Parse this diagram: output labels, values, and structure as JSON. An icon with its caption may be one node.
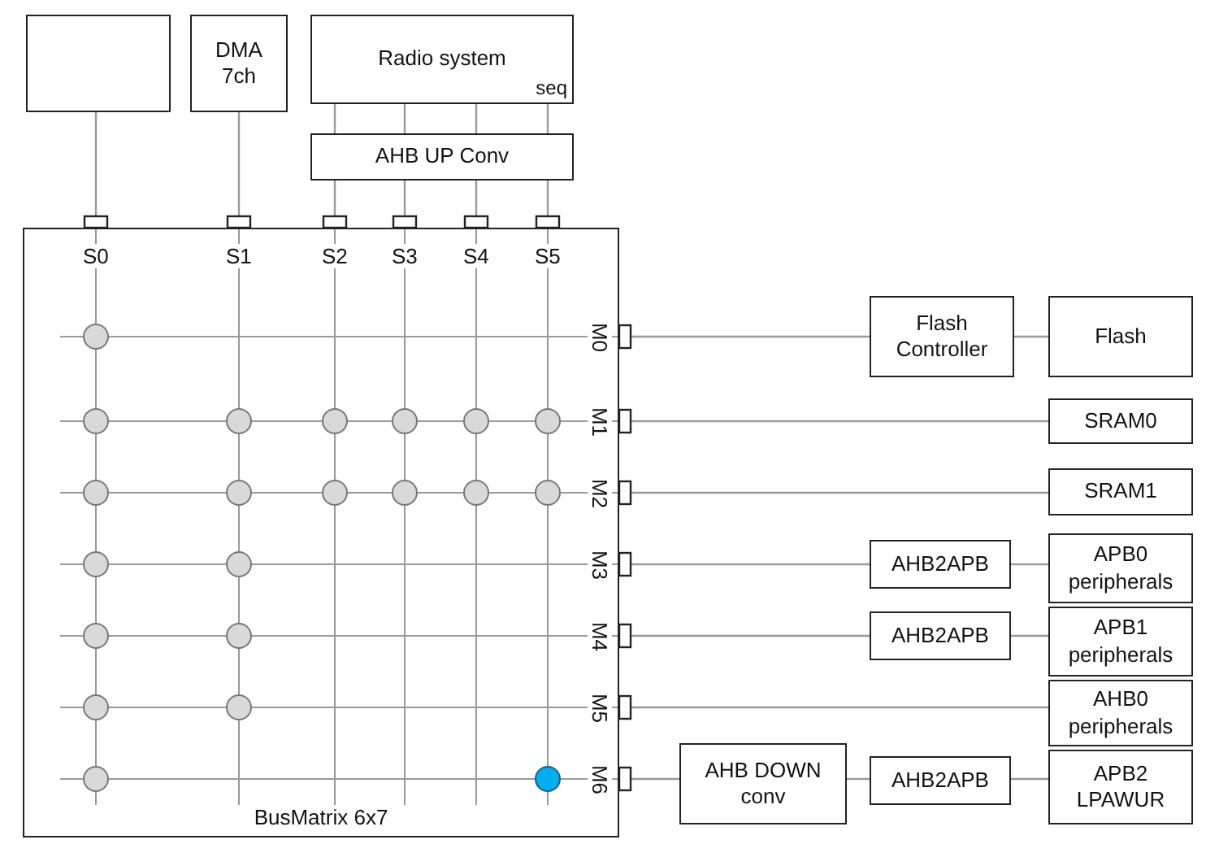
{
  "diagram": {
    "nodes": [
      {
        "text": [],
        "shape": "box"
      },
      {
        "text": [
          "DMA 7ch"
        ]
      },
      {
        "text": [
          "Radio system",
          "seq"
        ]
      },
      {
        "text": [
          "AHB UP Conv"
        ]
      },
      {
        "text": [
          "BusMatrix 6x7"
        ]
      },
      {
        "text": [
          "Flash Controller"
        ]
      },
      {
        "text": [
          "Flash"
        ]
      },
      {
        "text": [
          "SRAM0"
        ]
      },
      {
        "text": [
          "SRAM1"
        ]
      },
      {
        "text": [
          "AHB2APB"
        ]
      },
      {
        "text": [
          "APB0 peripherals"
        ]
      },
      {
        "text": [
          "AHB2APB"
        ]
      },
      {
        "text": [
          "APB1 peripherals"
        ]
      },
      {
        "text": [
          "AHB0 peripherals"
        ]
      },
      {
        "text": [
          "AHB DOWN conv"
        ]
      },
      {
        "text": [
          "AHB2APB"
        ]
      },
      {
        "text": [
          "APB2 LPAWUR"
        ]
      }
    ],
    "edges": [
      {
        "from": 0,
        "to": 4,
        "arrow": "none"
      },
      {
        "from": 1,
        "to": 4,
        "arrow": "none"
      },
      {
        "from": 2,
        "to": 3,
        "arrow": "none"
      },
      {
        "from": 2,
        "to": 3,
        "arrow": "none"
      },
      {
        "from": 2,
        "to": 3,
        "arrow": "none"
      },
      {
        "from": 2,
        "to": 3,
        "arrow": "none"
      },
      {
        "from": 3,
        "to": 4,
        "arrow": "none"
      },
      {
        "from": 3,
        "to": 4,
        "arrow": "none"
      },
      {
        "from": 3,
        "to": 4,
        "arrow": "none"
      },
      {
        "from": 3,
        "to": 4,
        "arrow": "none"
      },
      {
        "from": 4,
        "to": 5,
        "arrow": "none"
      },
      {
        "from": 5,
        "to": 6,
        "arrow": "none"
      },
      {
        "from": 4,
        "to": 7,
        "arrow": "none"
      },
      {
        "from": 4,
        "to": 8,
        "arrow": "none"
      },
      {
        "from": 4,
        "to": 9,
        "arrow": "none"
      },
      {
        "from": 9,
        "to": 10,
        "arrow": "none"
      },
      {
        "from": 4,
        "to": 11,
        "arrow": "none"
      },
      {
        "from": 11,
        "to": 12,
        "arrow": "none"
      },
      {
        "from": 4,
        "to": 13,
        "arrow": "none"
      },
      {
        "from": 4,
        "to": 14,
        "arrow": "none"
      },
      {
        "from": 14,
        "to": 15,
        "arrow": "none"
      },
      {
        "from": 15,
        "to": 16,
        "arrow": "none"
      }
    ],
    "labels": [
      "S0",
      "S1",
      "S2",
      "S3",
      "S4",
      "S5",
      "M0",
      "M1",
      "M2",
      "M3",
      "M4",
      "M5",
      "M6"
    ]
  }
}
